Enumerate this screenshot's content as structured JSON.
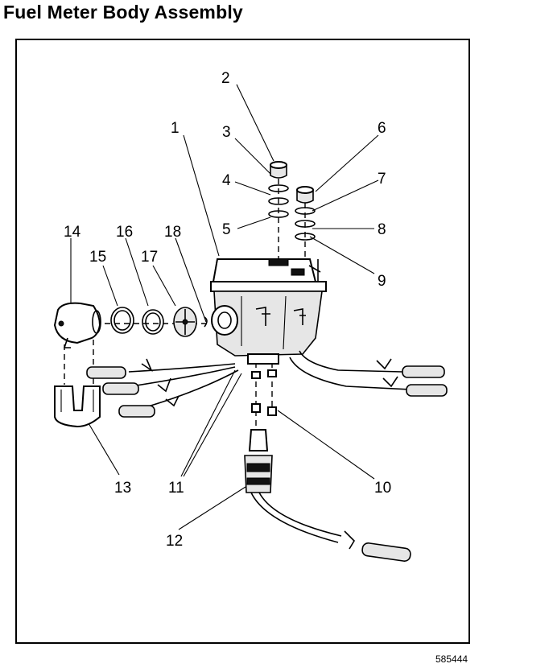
{
  "title": "Fuel Meter Body Assembly",
  "figure_number": "585444",
  "callouts": {
    "c1": "1",
    "c2": "2",
    "c3": "3",
    "c4": "4",
    "c5": "5",
    "c6": "6",
    "c7": "7",
    "c8": "8",
    "c9": "9",
    "c10": "10",
    "c11": "11",
    "c12": "12",
    "c13": "13",
    "c14": "14",
    "c15": "15",
    "c16": "16",
    "c17": "17",
    "c18": "18"
  }
}
